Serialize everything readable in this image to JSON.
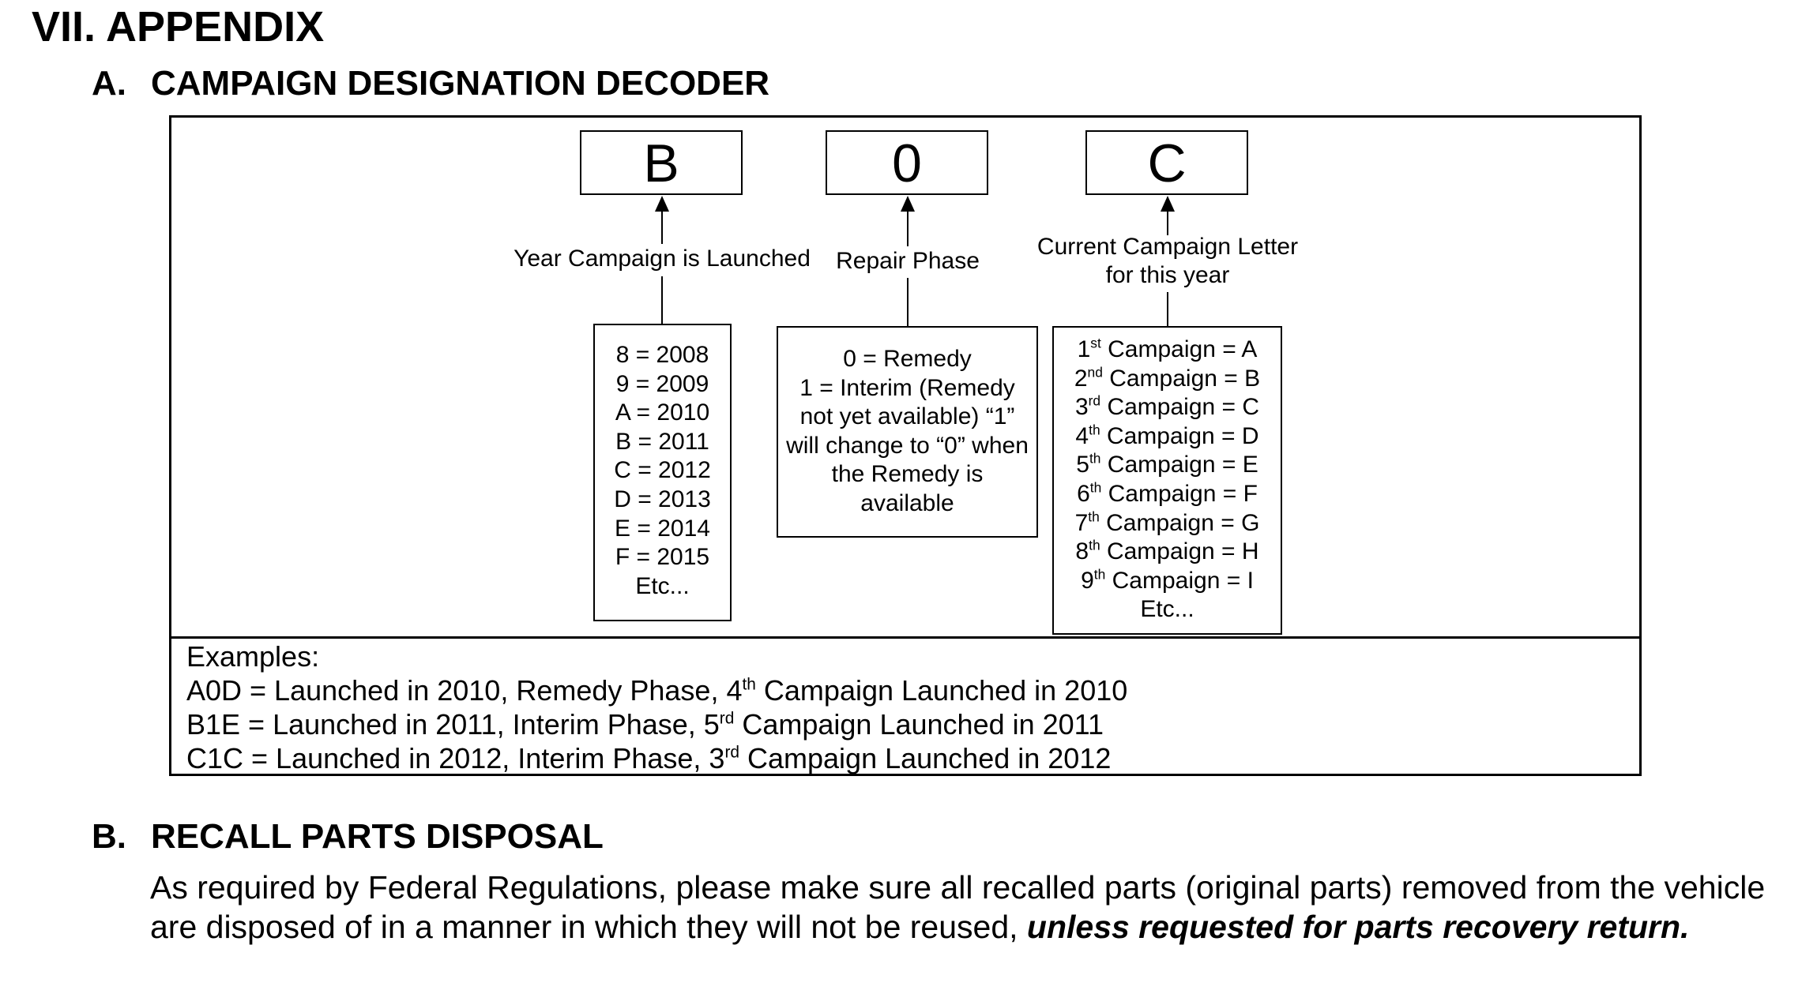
{
  "heading": "VII. APPENDIX",
  "section_a": {
    "number": "A.",
    "title": "CAMPAIGN DESIGNATION DECODER"
  },
  "decoder": {
    "letters": [
      "B",
      "0",
      "C"
    ],
    "year": {
      "label": "Year Campaign is Launched",
      "items": [
        "8 = 2008",
        "9 = 2009",
        "A = 2010",
        "B = 2011",
        "C = 2012",
        "D = 2013",
        "E = 2014",
        "F = 2015",
        "Etc..."
      ]
    },
    "phase": {
      "label": "Repair Phase",
      "items": [
        "0 = Remedy",
        "1 = Interim (Remedy",
        "not yet available) “1”",
        "will change to “0” when",
        "the Remedy is",
        "available"
      ]
    },
    "campaign": {
      "label_line1": "Current Campaign Letter",
      "label_line2": "for this year",
      "items": [
        {
          "n": "1",
          "sup": "st",
          "text": " Campaign = A"
        },
        {
          "n": "2",
          "sup": "nd",
          "text": " Campaign = B"
        },
        {
          "n": "3",
          "sup": "rd",
          "text": " Campaign = C"
        },
        {
          "n": "4",
          "sup": "th",
          "text": " Campaign = D"
        },
        {
          "n": "5",
          "sup": "th",
          "text": " Campaign = E"
        },
        {
          "n": "6",
          "sup": "th",
          "text": " Campaign = F"
        },
        {
          "n": "7",
          "sup": "th",
          "text": " Campaign = G"
        },
        {
          "n": "8",
          "sup": "th",
          "text": " Campaign = H"
        },
        {
          "n": "9",
          "sup": "th",
          "text": " Campaign = I"
        }
      ],
      "etc": "Etc..."
    }
  },
  "examples": {
    "heading": "Examples:",
    "lines": [
      {
        "pre": "A0D = Launched in 2010, Remedy Phase, 4",
        "sup": "th",
        "post": " Campaign Launched in 2010"
      },
      {
        "pre": "B1E = Launched in 2011, Interim Phase, 5",
        "sup": "rd",
        "post": " Campaign Launched in 2011"
      },
      {
        "pre": "C1C = Launched in 2012, Interim Phase, 3",
        "sup": "rd",
        "post": " Campaign Launched in 2012"
      }
    ]
  },
  "section_b": {
    "number": "B.",
    "title": "RECALL PARTS DISPOSAL",
    "body": "As required by Federal Regulations, please make sure all recalled parts (original parts) removed from the vehicle are disposed of in a manner in which they will not be reused, ",
    "emphasis": "unless requested for parts recovery return."
  }
}
